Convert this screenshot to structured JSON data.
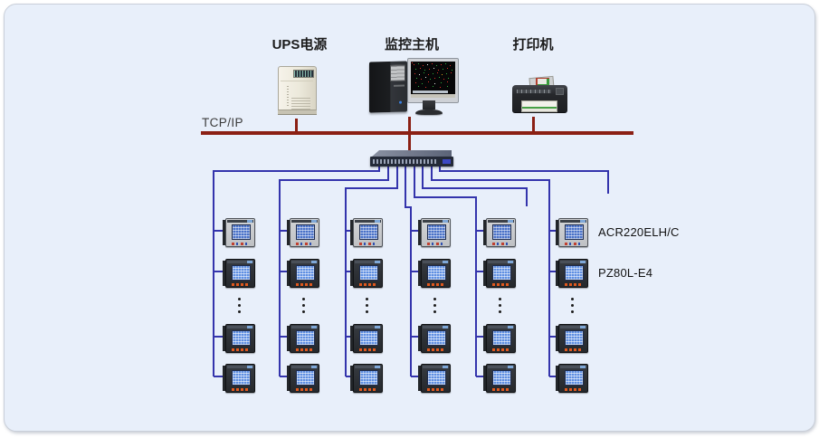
{
  "diagram": {
    "top_devices": {
      "ups": {
        "label": "UPS电源"
      },
      "host": {
        "label": "监控主机"
      },
      "printer": {
        "label": "打印机"
      }
    },
    "network": {
      "bus_label": "TCP/IP"
    },
    "meters": {
      "columns": 6,
      "visible_rows": 4,
      "ellipsis_between_rows": true,
      "row1_model": "ACR220ELH/C",
      "other_model": "PZ80L-E4"
    }
  },
  "colors": {
    "panel_bg": "#e8effa",
    "panel_border": "#c9cfd9",
    "bus": "#8b2014",
    "link": "#3434ac",
    "text": "#1b1b1b"
  }
}
